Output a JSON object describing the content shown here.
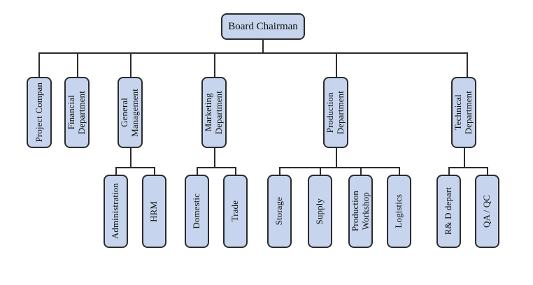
{
  "chart_data": {
    "type": "diagram",
    "diagram_type": "organizational-chart",
    "title": "",
    "orientation": "top-down",
    "node_fill_color": "#c6d5ed",
    "node_border_color": "#2b2b2b",
    "connector_color": "#2b2b2b",
    "background_color": "#ffffff",
    "levels": 3,
    "nodes": [
      {
        "id": "root",
        "label": "Board Chairman",
        "level": 0,
        "orientation": "horizontal",
        "parent": null
      },
      {
        "id": "l2-0",
        "label": "Project Compan",
        "level": 1,
        "orientation": "vertical",
        "parent": "root"
      },
      {
        "id": "l2-1",
        "label": "Financial\nDepartment",
        "level": 1,
        "orientation": "vertical",
        "parent": "root"
      },
      {
        "id": "l2-2",
        "label": "General\nManagement",
        "level": 1,
        "orientation": "vertical",
        "parent": "root"
      },
      {
        "id": "l2-3",
        "label": "Marketing\nDepartment",
        "level": 1,
        "orientation": "vertical",
        "parent": "root"
      },
      {
        "id": "l2-4",
        "label": "Production\nDepartment",
        "level": 1,
        "orientation": "vertical",
        "parent": "root"
      },
      {
        "id": "l2-5",
        "label": "Technical\nDepartment",
        "level": 1,
        "orientation": "vertical",
        "parent": "root"
      },
      {
        "id": "l3-0",
        "label": "Administration",
        "level": 2,
        "orientation": "vertical",
        "parent": "l2-2"
      },
      {
        "id": "l3-1",
        "label": "HRM",
        "level": 2,
        "orientation": "vertical",
        "parent": "l2-2"
      },
      {
        "id": "l3-2",
        "label": "Domestic",
        "level": 2,
        "orientation": "vertical",
        "parent": "l2-3"
      },
      {
        "id": "l3-3",
        "label": "Trade",
        "level": 2,
        "orientation": "vertical",
        "parent": "l2-3"
      },
      {
        "id": "l3-4",
        "label": "Storage",
        "level": 2,
        "orientation": "vertical",
        "parent": "l2-4"
      },
      {
        "id": "l3-5",
        "label": "Supply",
        "level": 2,
        "orientation": "vertical",
        "parent": "l2-4"
      },
      {
        "id": "l3-6",
        "label": "Production\nWorkshop",
        "level": 2,
        "orientation": "vertical",
        "parent": "l2-4"
      },
      {
        "id": "l3-7",
        "label": "Logistics",
        "level": 2,
        "orientation": "vertical",
        "parent": "l2-4"
      },
      {
        "id": "l3-8",
        "label": "R& D depart",
        "level": 2,
        "orientation": "vertical",
        "parent": "l2-5"
      },
      {
        "id": "l3-9",
        "label": "QA / QC",
        "level": 2,
        "orientation": "vertical",
        "parent": "l2-5"
      }
    ]
  },
  "root": {
    "label": "Board Chairman"
  },
  "level2": [
    {
      "label": "Project Compan"
    },
    {
      "label": "Financial\nDepartment"
    },
    {
      "label": "General\nManagement"
    },
    {
      "label": "Marketing\nDepartment"
    },
    {
      "label": "Production\nDepartment"
    },
    {
      "label": "Technical\nDepartment"
    }
  ],
  "level3": [
    {
      "label": "Administration"
    },
    {
      "label": "HRM"
    },
    {
      "label": "Domestic"
    },
    {
      "label": "Trade"
    },
    {
      "label": "Storage"
    },
    {
      "label": "Supply"
    },
    {
      "label": "Production\nWorkshop"
    },
    {
      "label": "Logistics"
    },
    {
      "label": "R& D depart"
    },
    {
      "label": "QA / QC"
    }
  ]
}
